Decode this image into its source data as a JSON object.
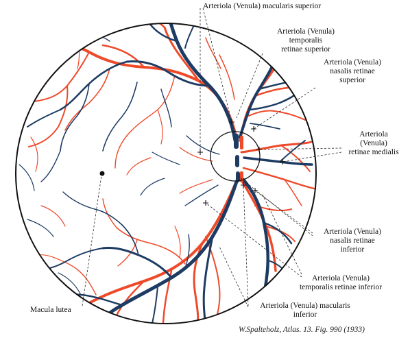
{
  "labels": {
    "macularis_superior": "Arteriola (Venula) macularis superior",
    "temporalis_superior": [
      "Arteriola (Venula)",
      "temporalis",
      "retinae superior"
    ],
    "nasalis_superior": [
      "Arteriola (Venula)",
      "nasalis retinae",
      "superior"
    ],
    "medialis": [
      "Arteriola",
      "(Venula)",
      "retinae medialis"
    ],
    "nasalis_inferior": [
      "Arteriola (Venula)",
      "nasalis retinae",
      "inferior"
    ],
    "temporalis_inferior": [
      "Arteriola (Venula)",
      "temporalis retinae inferior"
    ],
    "macularis_inferior": [
      "Arteriola (Venula) macularis",
      "inferior"
    ],
    "macula_lutea": "Macula lutea"
  },
  "caption": "W.Spalteholz, Atlas. 13. Fig. 990 (1933)",
  "colors": {
    "artery": "#ee4a2a",
    "vein": "#1d3b63",
    "outline": "#111111"
  }
}
